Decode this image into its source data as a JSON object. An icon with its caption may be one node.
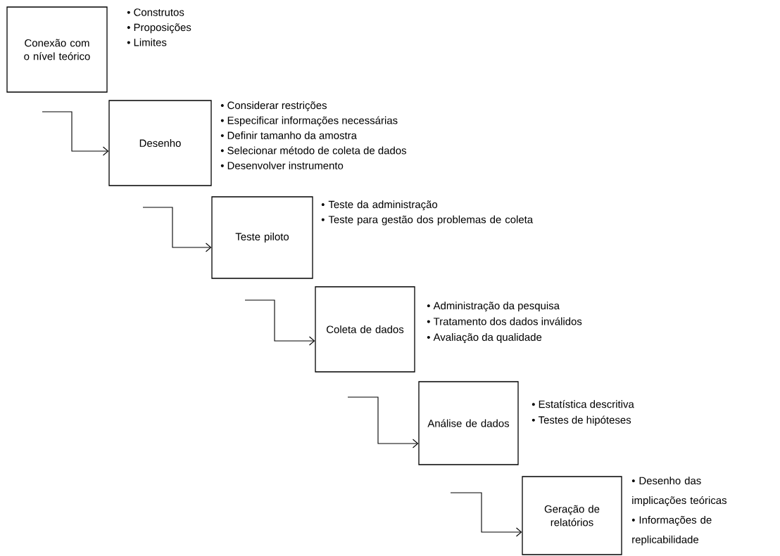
{
  "diagram": {
    "nodes": [
      {
        "text": [
          "Conexão com o nível teórico"
        ],
        "beside": [
          "• Construtos",
          "• Proposições",
          "• Limites"
        ]
      },
      {
        "text": [
          "Desenho"
        ],
        "beside": [
          "• Considerar restrições",
          "• Especificar informações necessárias",
          "• Definir tamanho da amostra",
          "• Selecionar método de coleta de dados",
          "• Desenvolver instrumento"
        ]
      },
      {
        "text": [
          "Teste piloto"
        ],
        "beside": [
          "• Teste da administração",
          "• Teste para gestão dos problemas de coleta"
        ]
      },
      {
        "text": [
          "Coleta de dados"
        ],
        "beside": [
          "• Administração da pesquisa",
          "• Tratamento dos dados inválidos",
          "• Avaliação da qualidade"
        ]
      },
      {
        "text": [
          "Análise de dados"
        ],
        "beside": [
          "• Estatística descritiva",
          "• Testes de hipóteses"
        ]
      },
      {
        "text": [
          "Geração de relatórios"
        ],
        "beside": [
          "• Desenho das implicações teóricas",
          "• Informações de replicabilidade"
        ]
      }
    ],
    "edges": [
      {
        "from": null,
        "to": 1,
        "arrow": "to"
      },
      {
        "from": null,
        "to": 2,
        "arrow": "to"
      },
      {
        "from": null,
        "to": 3,
        "arrow": "to"
      },
      {
        "from": null,
        "to": 4,
        "arrow": "to"
      },
      {
        "from": null,
        "to": 5,
        "arrow": "to"
      }
    ]
  }
}
